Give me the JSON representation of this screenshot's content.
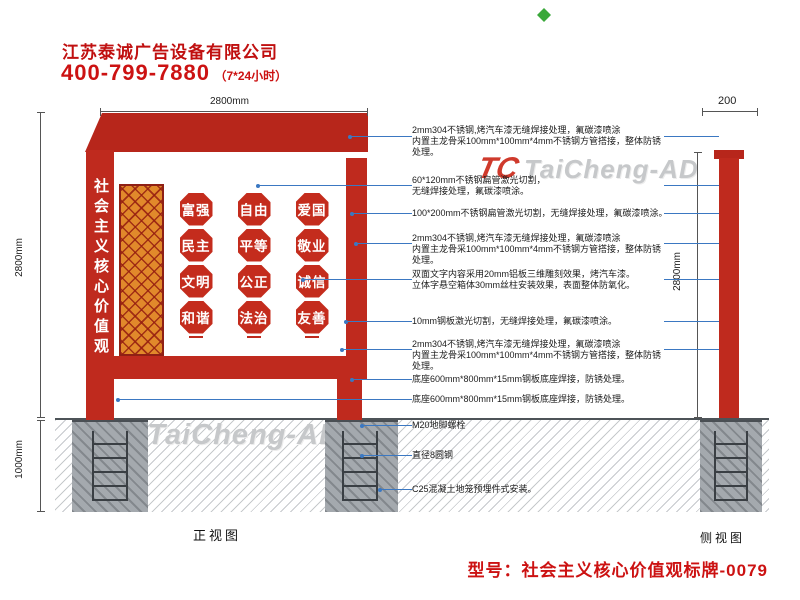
{
  "header": {
    "company": "江苏泰诚广告设备有限公司",
    "phone": "400-799-7880",
    "hours": "（7*24小时）"
  },
  "watermark": {
    "mark": "TC",
    "text": "TaiCheng-AD"
  },
  "dimensions": {
    "front_width": "2800mm",
    "front_height": "2800mm",
    "foundation_depth": "1000mm",
    "side_width": "200",
    "side_height": "2800mm"
  },
  "front_view": {
    "label": "正视图",
    "vertical_title": "社会主义核心价值观",
    "badges": [
      "富强",
      "民主",
      "文明",
      "和谐",
      "自由",
      "平等",
      "公正",
      "法治",
      "爱国",
      "敬业",
      "诚信",
      "友善"
    ]
  },
  "side_view": {
    "label": "侧视图"
  },
  "annotations": [
    {
      "text": "2mm304不锈钢,烤汽车漆无缝焊接处理，氟碳漆喷涂\n内置主龙骨采100mm*100mm*4mm不锈钢方管搭接，整体防锈处理。"
    },
    {
      "text": "60*120mm不锈钢扁管激光切割，\n无缝焊接处理，氟碳漆喷涂。"
    },
    {
      "text": "100*200mm不锈钢扁管激光切割，无缝焊接处理，氟碳漆喷涂。"
    },
    {
      "text": "2mm304不锈钢,烤汽车漆无缝焊接处理，氟碳漆喷涂\n内置主龙骨采100mm*100mm*4mm不锈钢方管搭接，整体防锈处理。"
    },
    {
      "text": "双面文字内容采用20mm铝板三维雕刻效果，烤汽车漆。\n立体字悬空箱体30mm丝柱安装效果，表面整体防氧化。"
    },
    {
      "text": "10mm钢板激光切割，无缝焊接处理，氟碳漆喷涂。"
    },
    {
      "text": "2mm304不锈钢,烤汽车漆无缝焊接处理，氟碳漆喷涂\n内置主龙骨采100mm*100mm*4mm不锈钢方管搭接，整体防锈处理。"
    },
    {
      "text": "底座600mm*800mm*15mm钢板底座焊接，防锈处理。"
    },
    {
      "text": "底座600mm*800mm*15mm钢板底座焊接，防锈处理。"
    },
    {
      "text": "M20地脚螺栓"
    },
    {
      "text": "直径8圆钢"
    },
    {
      "text": "C25混凝土地笼预埋件式安装。"
    }
  ],
  "footer": {
    "model": "型号：社会主义核心价值观标牌-0079"
  },
  "colors": {
    "brand_red": "#bf2a1e",
    "lattice_orange": "#e1892b",
    "leader_blue": "#3b78c2",
    "text_red": "#cc1212"
  }
}
